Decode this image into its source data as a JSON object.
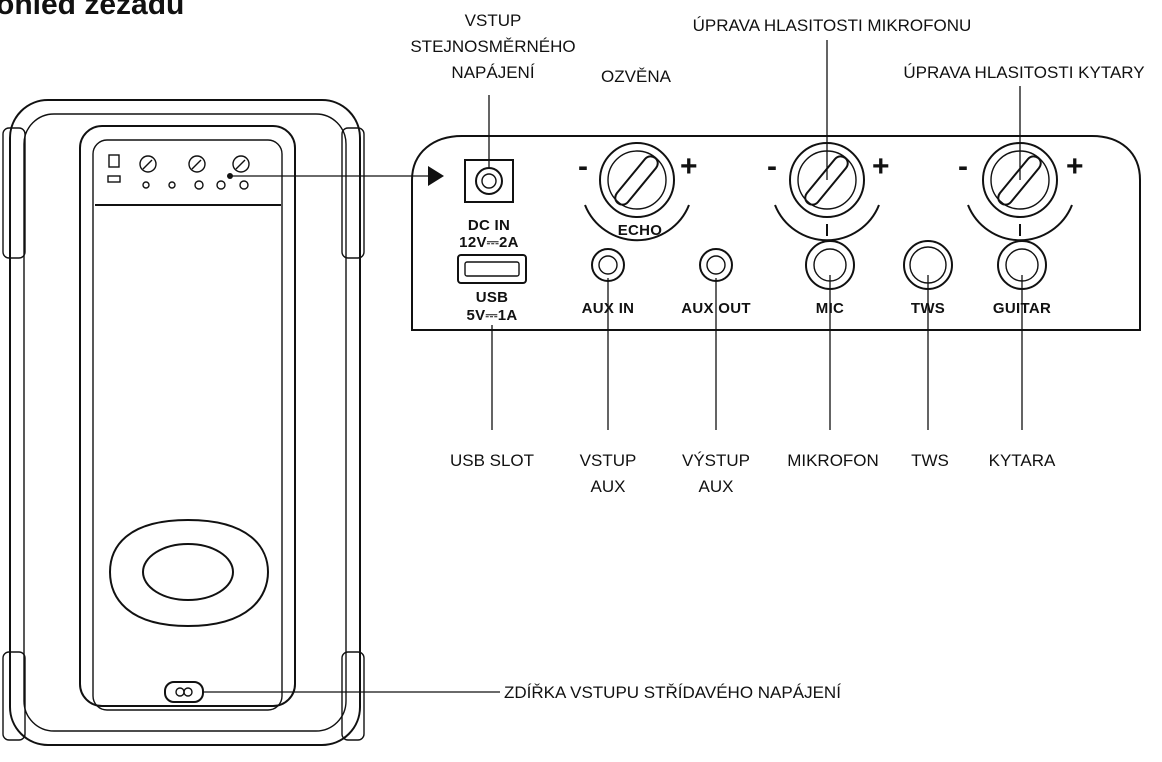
{
  "title": "ohled zezadu",
  "callouts": {
    "dc_input": [
      "VSTUP",
      "STEJNOSMĚRNÉHO",
      "NAPÁJENÍ"
    ],
    "echo": "OZVĚNA",
    "mic_volume": "ÚPRAVA HLASITOSTI MIKROFONU",
    "guitar_volume": "ÚPRAVA HLASITOSTI KYTARY",
    "usb_slot": "USB SLOT",
    "aux_in": [
      "VSTUP",
      "AUX"
    ],
    "aux_out": [
      "VÝSTUP",
      "AUX"
    ],
    "mic": "MIKROFON",
    "tws": "TWS",
    "guitar": "KYTARA",
    "ac_input": "ZDÍŘKA VSTUPU STŘÍDAVÉHO NAPÁJENÍ"
  },
  "panel": {
    "dc_in": [
      "DC IN",
      "12V⎓2A"
    ],
    "usb": [
      "USB",
      "5V⎓1A"
    ],
    "echo_knob": "ECHO",
    "aux_in": "AUX IN",
    "aux_out": "AUX OUT",
    "mic": "MIC",
    "tws": "TWS",
    "guitar": "GUITAR",
    "minus": "-",
    "plus": "+"
  }
}
